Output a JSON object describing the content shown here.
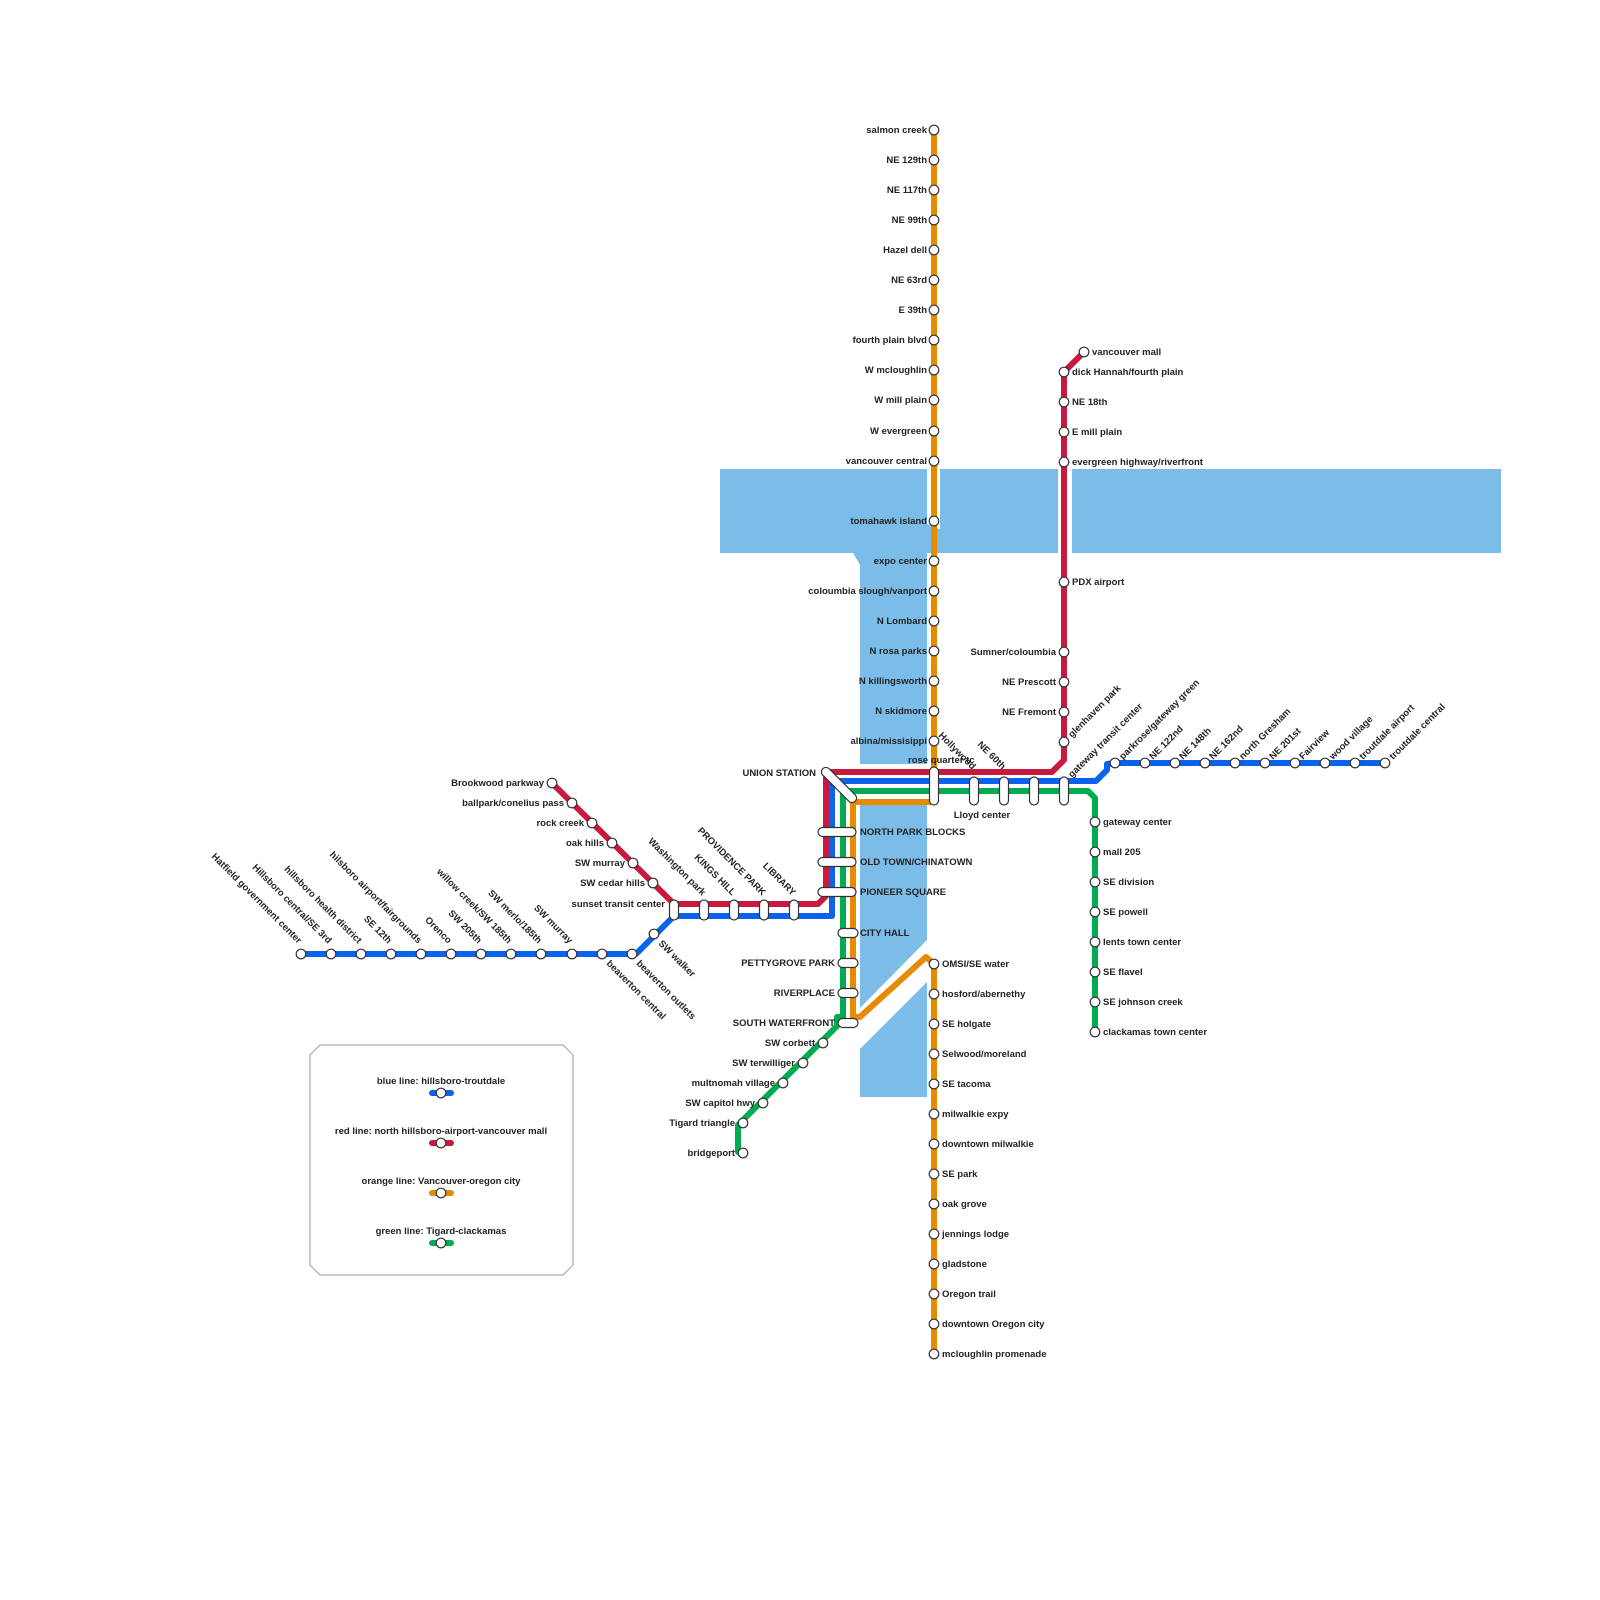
{
  "colors": {
    "blue": "#0a63ea",
    "red": "#c8193f",
    "orange": "#e68a00",
    "green": "#00ac4f",
    "water": "#7bbde8"
  },
  "legend": [
    {
      "label": "blue line: hillsboro-troutdale",
      "color": "blue"
    },
    {
      "label": "red line: north hillsboro-airport-vancouver mall",
      "color": "red"
    },
    {
      "label": "orange line: Vancouver-oregon city",
      "color": "orange"
    },
    {
      "label": "green line: Tigard-clackamas",
      "color": "green"
    }
  ],
  "stations": {
    "orange_north": [
      "salmon creek",
      "NE 129th",
      "NE 117th",
      "NE 99th",
      "Hazel dell",
      "NE 63rd",
      "E 39th",
      "fourth plain blvd",
      "W mcloughlin",
      "W mill plain",
      "W evergreen",
      "vancouver central",
      "tomahawk island",
      "expo center",
      "coloumbia slough/vanport",
      "N Lombard",
      "N rosa parks",
      "N killingsworth",
      "N skidmore",
      "albina/missisippi",
      "rose quarter tc"
    ],
    "orange_south": [
      "OMSI/SE water",
      "hosford/abernethy",
      "SE holgate",
      "Selwood/moreland",
      "SE tacoma",
      "milwalkie expy",
      "downtown milwalkie",
      "SE park",
      "oak grove",
      "jennings lodge",
      "gladstone",
      "Oregon trail",
      "downtown Oregon city",
      "mcloughlin promenade"
    ],
    "red_north": [
      "vancouver mall",
      "dick Hannah/fourth plain",
      "NE 18th",
      "E mill plain",
      "evergreen highway/riverfront",
      "PDX airport",
      "Sumner/coloumbia",
      "NE Prescott",
      "NE Fremont",
      "glenhaven park"
    ],
    "red_branch": [
      "Brookwood parkway",
      "ballpark/conelius pass",
      "rock creek",
      "oak hills",
      "SW murray",
      "SW cedar hills",
      "sunset transit center"
    ],
    "blue_west": [
      "Hatfield government center",
      "Hillsboro central/SE 3rd",
      "hillsboro health district",
      "SE 12th",
      "hilsboro airport/fairgrounds",
      "Orenco",
      "SW 205th",
      "willow creek/SW 185th",
      "SW merlo/185th",
      "SW murray",
      "beaverton central",
      "beaverton outlets",
      "SW walker"
    ],
    "trunk_west": [
      "Washington park",
      "KINGS HILL",
      "PROVIDENCE PARK",
      "LIBRARY"
    ],
    "east_trunk": [
      "Hollywood",
      "NE 60th",
      "gateway transit center"
    ],
    "blue_east": [
      "parkrose/gateway green",
      "NE 122nd",
      "NE 148th",
      "NE 162nd",
      "north Gresham",
      "NE 201st",
      "Fairview",
      "wood village",
      "troutdale airport",
      "troutdale central"
    ],
    "green_east": [
      "gateway center",
      "mall 205",
      "SE division",
      "SE powell",
      "lents town center",
      "SE flavel",
      "SE johnson creek",
      "clackamas town center"
    ],
    "green_south": [
      "SW corbett",
      "SW terwilliger",
      "multnomah village",
      "SW capitol hwy",
      "Tigard triangle",
      "bridgeport"
    ],
    "downtown": [
      "UNION STATION",
      "NORTH PARK BLOCKS",
      "OLD TOWN/CHINATOWN",
      "PIONEER SQUARE",
      "CITY HALL",
      "PETTYGROVE PARK",
      "RIVERPLACE",
      "SOUTH WATERFRONT"
    ],
    "lloyd": "Lloyd center"
  }
}
